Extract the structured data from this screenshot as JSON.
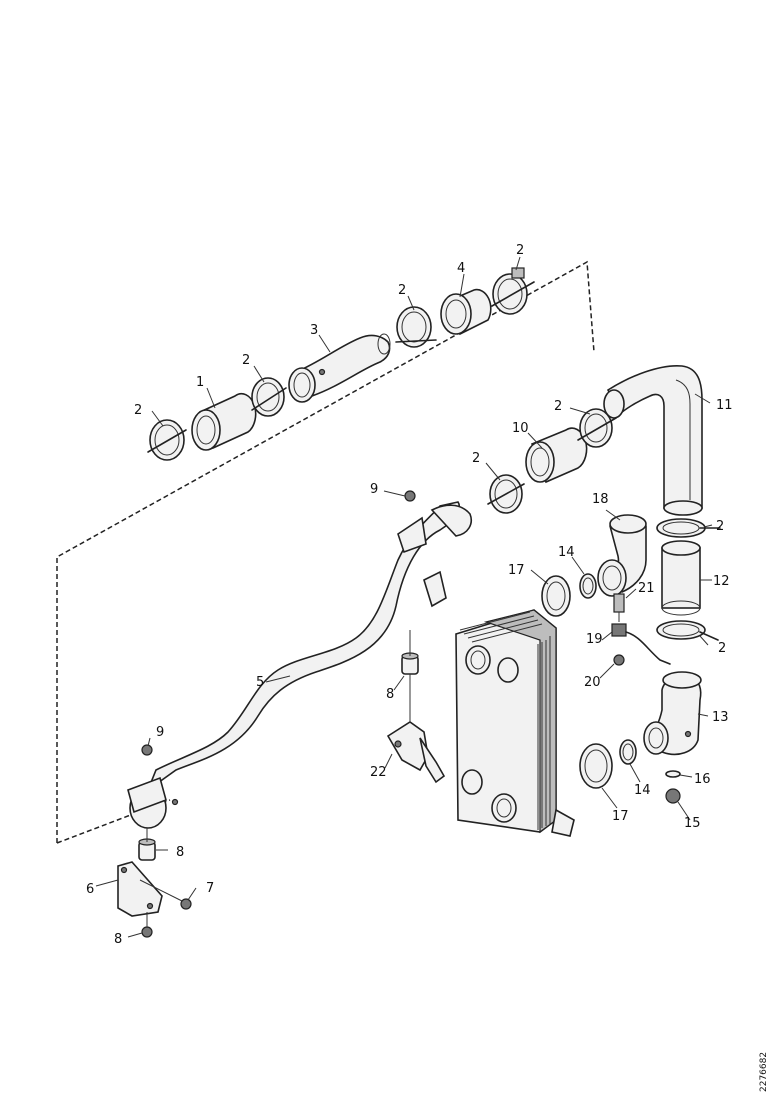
{
  "labels": {
    "p1": "1",
    "p2": "2",
    "p3": "3",
    "p4": "4",
    "p5": "5",
    "p6": "6",
    "p7": "7",
    "p8": "8",
    "p9": "9",
    "p10": "10",
    "p11": "11",
    "p12": "12",
    "p13": "13",
    "p14": "14",
    "p15": "15",
    "p16": "16",
    "p17": "17",
    "p18": "18",
    "p19": "19",
    "p20": "20",
    "p21": "21",
    "p22": "22"
  },
  "reference_number": "2276682"
}
